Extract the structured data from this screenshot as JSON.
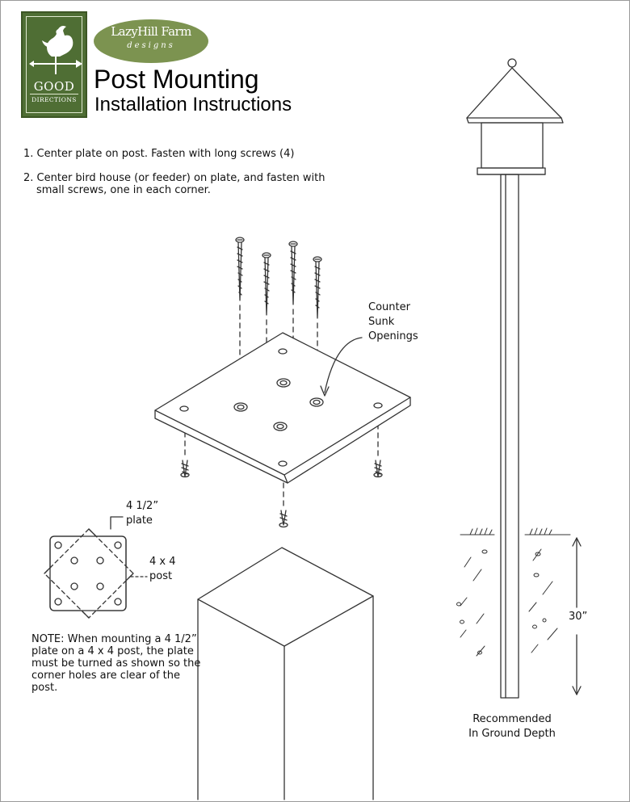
{
  "logo": {
    "badge_top": "GOOD",
    "badge_bottom": "DIRECTIONS",
    "brand_name": "LazyHill Farm",
    "brand_sub": "designs",
    "rooster_icon": "rooster-weathervane-icon"
  },
  "header": {
    "title": "Post Mounting",
    "subtitle": "Installation Instructions"
  },
  "steps": [
    {
      "text": "1. Center plate on post. Fasten with long screws (4)"
    },
    {
      "text": "2. Center bird house (or feeder) on plate, and fasten with",
      "continuation": "small screws, one in each corner."
    }
  ],
  "labels": {
    "counter": [
      "Counter",
      "Sunk",
      "Openings"
    ],
    "plate": [
      "4 1/2”",
      "plate"
    ],
    "post": [
      "4 x 4",
      "post"
    ],
    "depth": "30”",
    "recommended": [
      "Recommended",
      "In Ground Depth"
    ]
  },
  "note": "NOTE: When mounting a 4 1/2” plate on a 4 x 4 post, the plate must be turned as shown so the corner holes are clear of the post.",
  "colors": {
    "logo_green": "#4f6e34",
    "oval_green": "#7c9350",
    "line": "#333333"
  }
}
